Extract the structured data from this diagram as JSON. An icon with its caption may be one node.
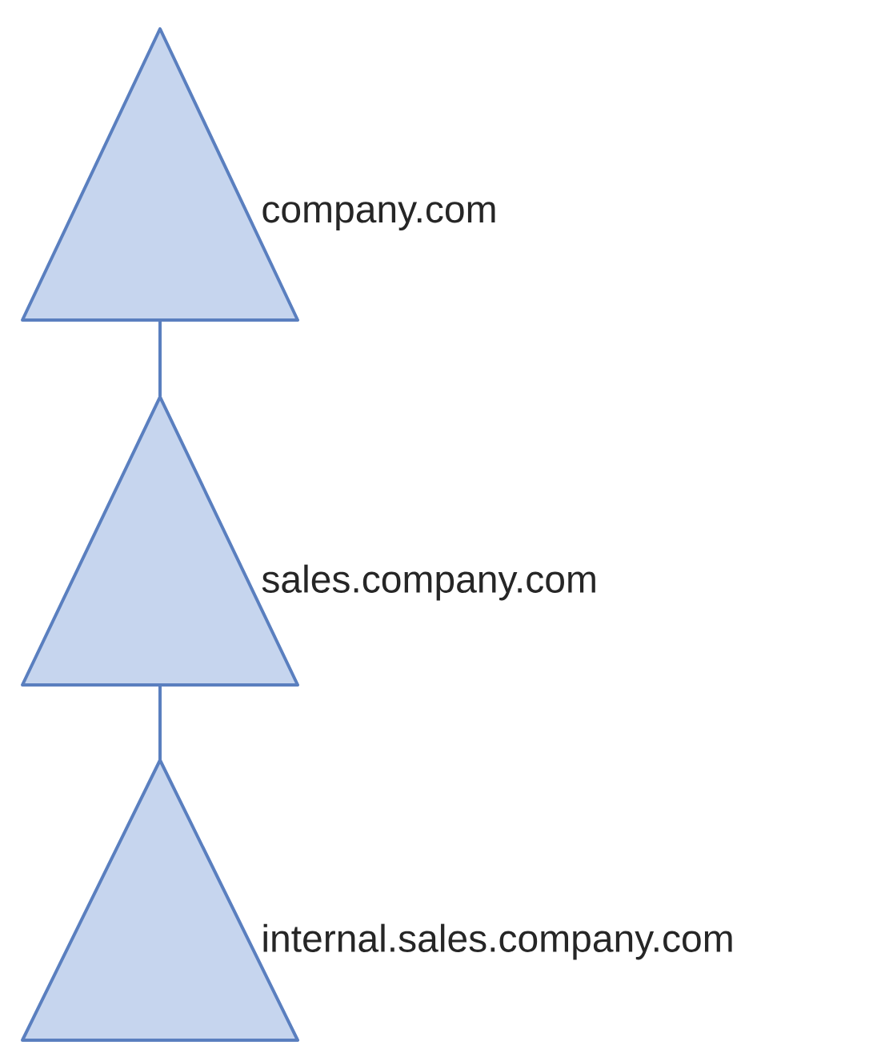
{
  "diagram": {
    "nodes": [
      {
        "text": [],
        "shape": "triangle",
        "beside": [
          "company.com"
        ]
      },
      {
        "text": [],
        "shape": "triangle",
        "beside": [
          "sales.company.com"
        ]
      },
      {
        "text": [],
        "shape": "triangle",
        "beside": [
          "internal.sales.company.com"
        ]
      }
    ],
    "edges": [
      {
        "from": 0,
        "to": 1,
        "arrow": "none"
      },
      {
        "from": 1,
        "to": 2,
        "arrow": "none"
      }
    ]
  }
}
